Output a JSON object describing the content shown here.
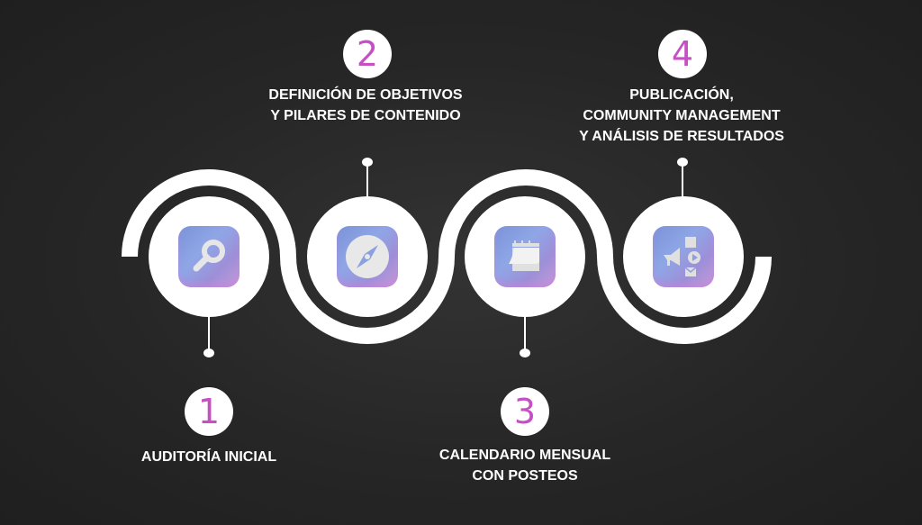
{
  "colors": {
    "accent": "#c64fc4",
    "background": "#262626",
    "line": "#ffffff"
  },
  "steps": [
    {
      "number": "1",
      "lines": [
        "AUDITORÍA INICIAL"
      ],
      "icon": "magnifier-icon"
    },
    {
      "number": "2",
      "lines": [
        "DEFINICIÓN DE OBJETIVOS",
        "Y PILARES DE CONTENIDO"
      ],
      "icon": "compass-icon"
    },
    {
      "number": "3",
      "lines": [
        "CALENDARIO MENSUAL",
        "CON POSTEOS"
      ],
      "icon": "calendar-icon"
    },
    {
      "number": "4",
      "lines": [
        "PUBLICACIÓN,",
        "COMMUNITY MANAGEMENT",
        "Y ANÁLISIS DE RESULTADOS"
      ],
      "icon": "megaphone-media-icon"
    }
  ]
}
